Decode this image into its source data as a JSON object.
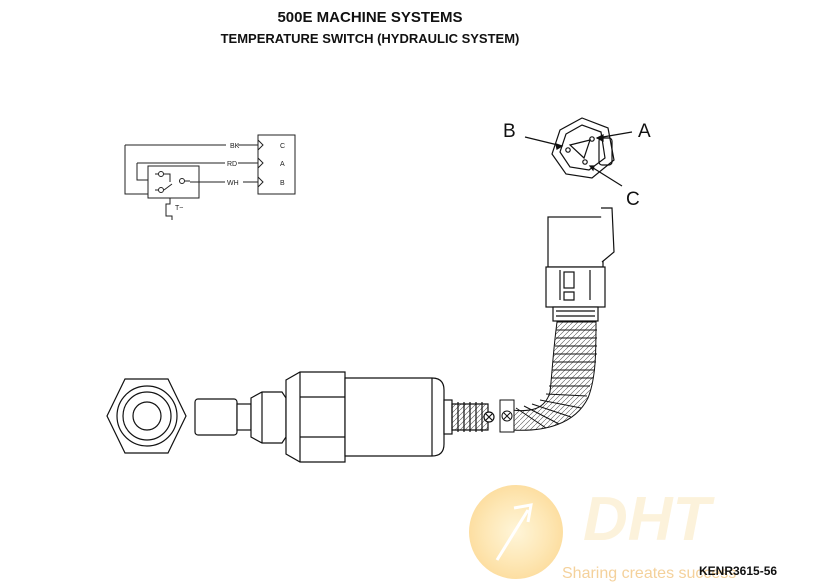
{
  "header": {
    "title": "500E MACHINE SYSTEMS",
    "subtitle": "TEMPERATURE SWITCH (HYDRAULIC SYSTEM)"
  },
  "schematic": {
    "wires": [
      {
        "color": "BK",
        "pin": "C"
      },
      {
        "color": "RD",
        "pin": "A"
      },
      {
        "color": "WH",
        "pin": "B"
      }
    ],
    "switch_label": "T~"
  },
  "connector_face": {
    "pins": {
      "b": "B",
      "a": "A",
      "c": "C"
    }
  },
  "footer": {
    "part_number": "KENR3615-56"
  },
  "watermark": {
    "logo_text": "DHT",
    "tagline": "Sharing creates success",
    "accent": "#f5b533"
  }
}
